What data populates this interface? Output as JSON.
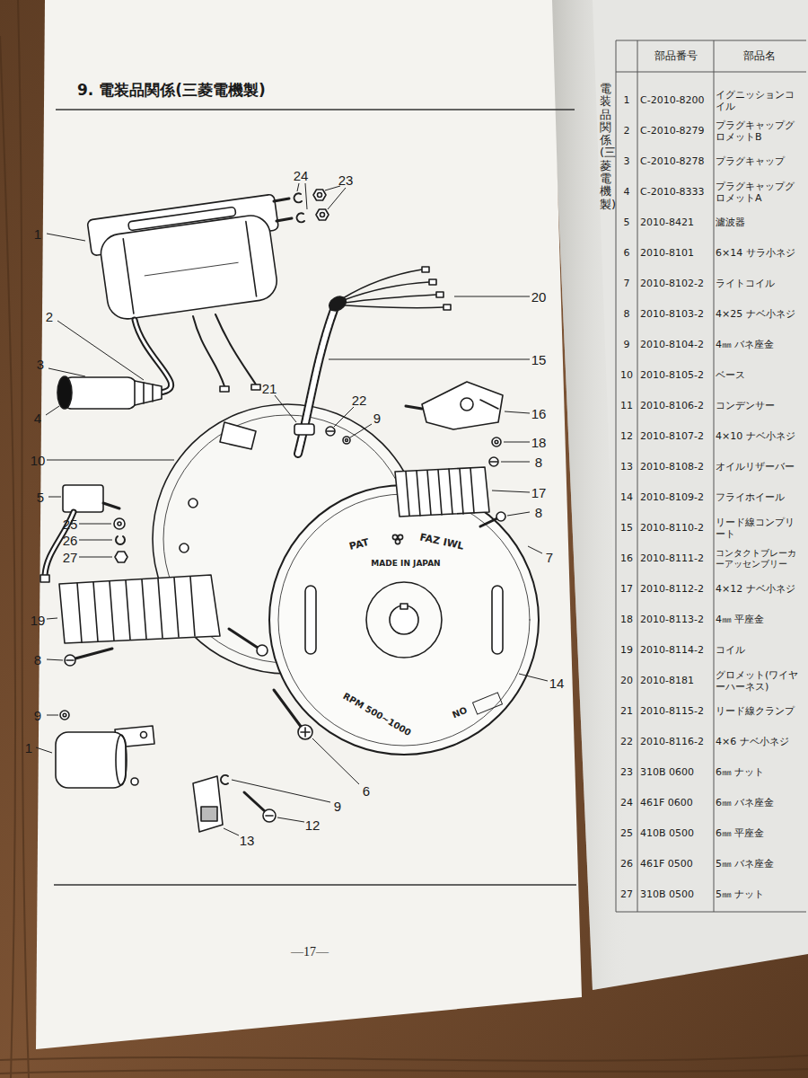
{
  "diagram": {
    "title": "9. 電装品関係(三菱電機製)",
    "labels": [
      "23",
      "24",
      "1",
      "2",
      "20",
      "3",
      "4",
      "15",
      "21",
      "22",
      "9",
      "16",
      "10",
      "18",
      "8",
      "5",
      "17",
      "8",
      "7",
      "25",
      "26",
      "27",
      "19",
      "8",
      "9",
      "14",
      "6",
      "1",
      "9",
      "12",
      "13",
      "PAT",
      "FAZ IWL",
      "MADE IN JAPAN",
      "RPM 500~1000",
      "NO",
      "—17—",
      "電装品関係(三菱電機製)",
      "部品番号",
      "部品名",
      "1",
      "C-2010-8200",
      "イグニッションコイル",
      "2",
      "C-2010-8279",
      "プラグキャップグロメットB",
      "3",
      "C-2010-8278",
      "プラグキャップ",
      "4",
      "C-2010-8333",
      "プラグキャップグロメットA",
      "5",
      "2010-8421",
      "濾波器",
      "6",
      "2010-8101",
      "6×14 サラ小ネジ",
      "7",
      "2010-8102-2",
      "ライトコイル",
      "8",
      "2010-8103-2",
      "4×25 ナベ小ネジ",
      "9",
      "2010-8104-2",
      "4㎜ バネ座金",
      "10",
      "2010-8105-2",
      "ベース",
      "11",
      "2010-8106-2",
      "コンデンサー",
      "12",
      "2010-8107-2",
      "4×10 ナベ小ネジ",
      "13",
      "2010-8108-2",
      "オイルリザーバー",
      "14",
      "2010-8109-2",
      "フライホイール",
      "15",
      "2010-8110-2",
      "リード線コンプリート",
      "16",
      "2010-8111-2",
      "コンタクトブレーカーアッセンブリー",
      "17",
      "2010-8112-2",
      "4×12 ナベ小ネジ",
      "18",
      "2010-8113-2",
      "4㎜ 平座金",
      "19",
      "2010-8114-2",
      "コイル",
      "20",
      "2010-8181",
      "グロメット(ワイヤーハーネス)",
      "21",
      "2010-8115-2",
      "リード線クランプ",
      "22",
      "2010-8116-2",
      "4×6 ナベ小ネジ",
      "23",
      "310B 0600",
      "6㎜ ナット",
      "24",
      "461F 0600",
      "6㎜ バネ座金",
      "25",
      "410B 0500",
      "6㎜ 平座金",
      "26",
      "461F 0500",
      "5㎜ バネ座金",
      "27",
      "310B 0500",
      "5㎜ ナット"
    ]
  }
}
